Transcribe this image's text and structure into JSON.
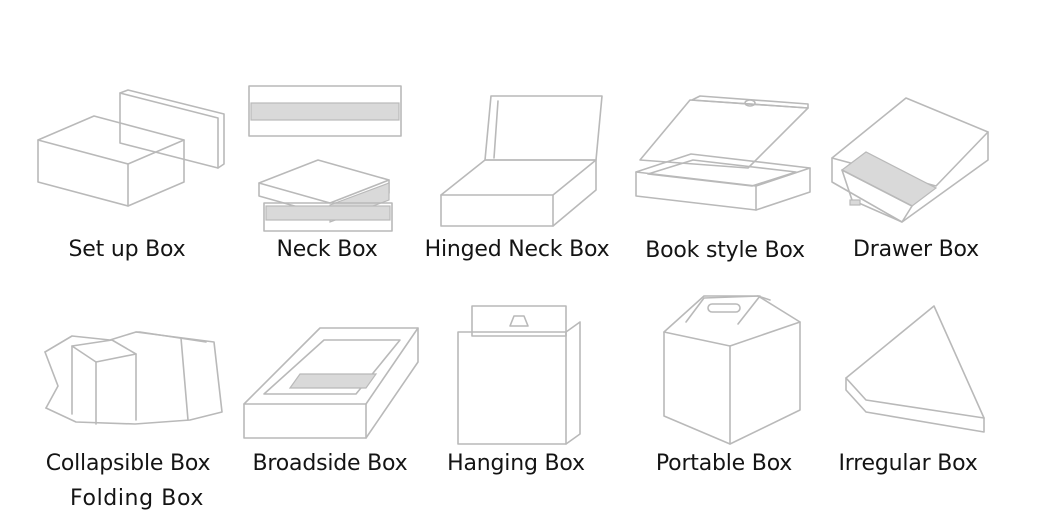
{
  "boxes": [
    {
      "id": "setup",
      "label": "Set up Box"
    },
    {
      "id": "neck",
      "label": "Neck Box"
    },
    {
      "id": "hinged-neck",
      "label": "Hinged Neck Box"
    },
    {
      "id": "book-style",
      "label": "Book style Box"
    },
    {
      "id": "drawer",
      "label": "Drawer Box"
    },
    {
      "id": "collapsible",
      "label": "Collapsible Box",
      "sublabel": "Folding Box"
    },
    {
      "id": "broadside",
      "label": "Broadside Box"
    },
    {
      "id": "hanging",
      "label": "Hanging Box"
    },
    {
      "id": "portable",
      "label": "Portable Box"
    },
    {
      "id": "irregular",
      "label": "Irregular Box"
    }
  ],
  "colors": {
    "stroke": "#b9b9b9",
    "shade": "#d9d9d9",
    "text": "#141414",
    "background": "#ffffff"
  }
}
